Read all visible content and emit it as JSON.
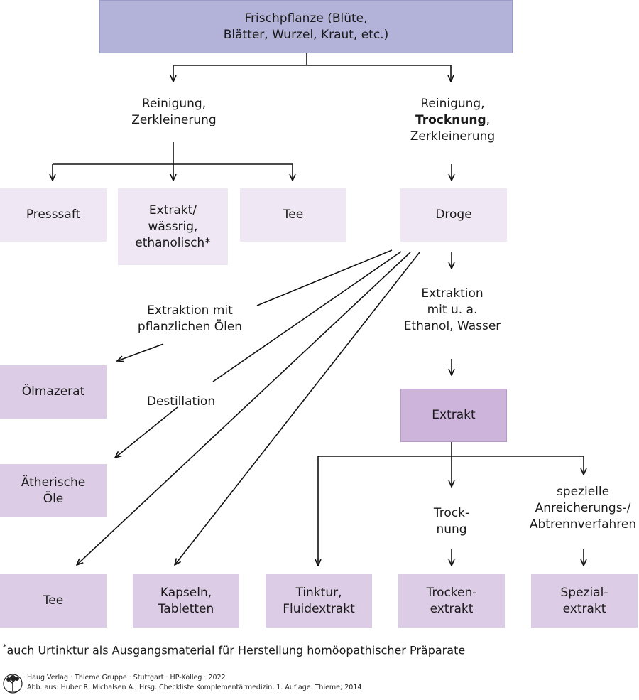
{
  "nodes": {
    "fresh_plant": "Frischpflanze (Blüte,\nBlätter, Wurzel, Kraut, etc.)",
    "presssaft": "Presssaft",
    "extrakt_waessrig": "Extrakt/\nwässrig,\nethanolisch*",
    "tee_top": "Tee",
    "droge": "Droge",
    "oelmazerat": "Ölmazerat",
    "aetherische_oele": "Ätherische\nÖle",
    "extrakt": "Extrakt",
    "tee_bottom": "Tee",
    "kapseln": "Kapseln,\nTabletten",
    "tinktur": "Tinktur,\nFluidextrakt",
    "trockenextrakt": "Trocken-\nextrakt",
    "spezialextrakt": "Spezial-\nextrakt"
  },
  "labels": {
    "left_process": "Reinigung,\nZerkleinerung",
    "right_process_line1": "Reinigung,",
    "right_process_bold": "Trocknung",
    "right_process_comma": ",",
    "right_process_line3": "Zerkleinerung",
    "extraction_oils": "Extraktion mit\npflanzlichen Ölen",
    "extraction_ethanol": "Extraktion\nmit u. a.\nEthanol, Wasser",
    "destillation": "Destillation",
    "trocknung": "Trock-\nnung",
    "spezielle": "spezielle\nAnreicherungs-/\nAbtrennverfahren"
  },
  "footnote": {
    "marker": "*",
    "text": "auch Urtinktur als Ausgangsmaterial für Herstellung homöopathischer Präparate"
  },
  "credit": {
    "line1": "Haug Verlag · Thieme Gruppe · Stuttgart · HP-Kolleg · 2022",
    "line2": "Abb. aus: Huber R, Michalsen A., Hrsg. Checkliste Komplementärmedizin, 1. Auflage. Thieme; 2014"
  },
  "colors": {
    "top": "#b3b3d9",
    "light": "#efe8f4",
    "mid": "#dccce6",
    "dark": "#cdb4da"
  }
}
